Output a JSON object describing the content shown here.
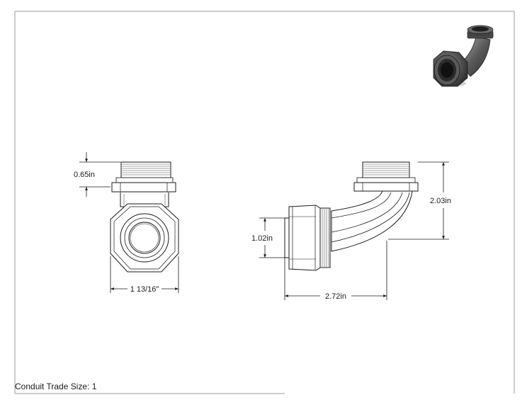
{
  "dimensions": {
    "thread_height": "0.65in",
    "overall_width_front": "1 13/16\"",
    "opening_diameter": "1.02in",
    "overall_height": "2.03in",
    "overall_length": "2.72in"
  },
  "caption": {
    "label": "Conduit Trade Size: 1"
  },
  "colors": {
    "line": "#1a1a1a",
    "border": "#9a9a9a",
    "fitting_dark": "#3c3c3c"
  }
}
